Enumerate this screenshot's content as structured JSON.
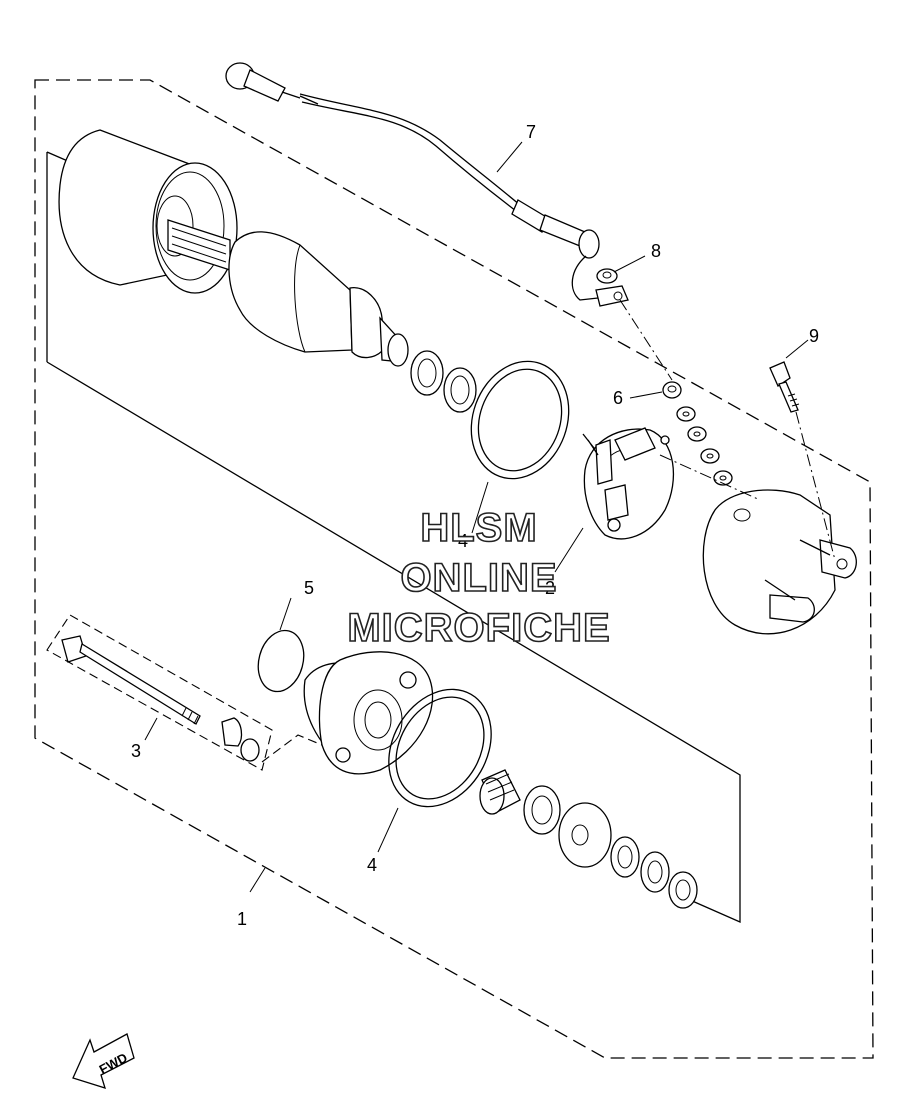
{
  "callouts": [
    "1",
    "2",
    "3",
    "4",
    "4",
    "5",
    "6",
    "7",
    "8",
    "9"
  ],
  "watermark": {
    "line1": "HLSM",
    "line2": "ONLINE",
    "line3": "MICROFICHE"
  },
  "fwd_label": "FWD"
}
